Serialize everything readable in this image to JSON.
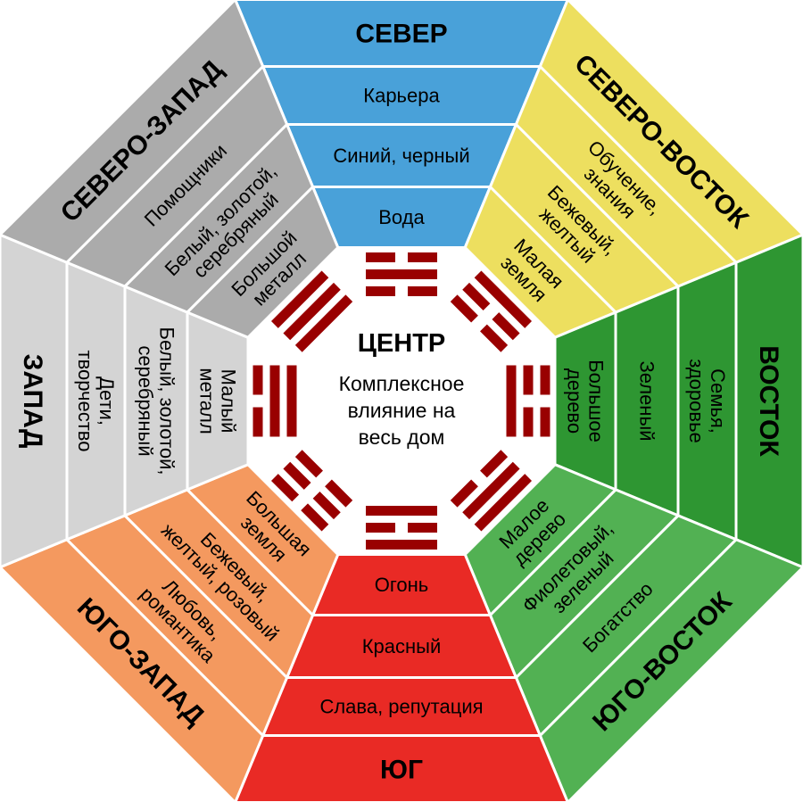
{
  "separator_color": "#FFFFFF",
  "trigram_color": "#990000",
  "text_color": "#000000",
  "center": {
    "title": "ЦЕНТР",
    "lines": [
      "Комплексное",
      "влияние на",
      "весь дом"
    ]
  },
  "sectors": [
    {
      "key": "north",
      "name": "СЕВЕР",
      "angle": -90,
      "rotation": 0,
      "color": "#49A1D9",
      "sphere": [
        "Карьера"
      ],
      "colors": [
        "Синий, черный"
      ],
      "element": [
        "Вода"
      ],
      "trigram": [
        "broken",
        "solid",
        "broken"
      ]
    },
    {
      "key": "northeast",
      "name": "СЕВЕРО-ВОСТОК",
      "angle": -45,
      "rotation": 45,
      "color": "#EDDF5F",
      "sphere": [
        "Обучение,",
        "знания"
      ],
      "colors": [
        "Бежевый,",
        "желтый"
      ],
      "element": [
        "Малая",
        "земля"
      ],
      "trigram": [
        "broken",
        "broken",
        "solid"
      ]
    },
    {
      "key": "east",
      "name": "ВОСТОК",
      "angle": 0,
      "rotation": 90,
      "color": "#2E9632",
      "sphere": [
        "Семья,",
        "здоровье"
      ],
      "colors": [
        "Зеленый"
      ],
      "element": [
        "Большое",
        "дерево"
      ],
      "trigram": [
        "solid",
        "broken",
        "broken"
      ]
    },
    {
      "key": "southeast",
      "name": "ЮГО-ВОСТОК",
      "angle": 45,
      "rotation": -45,
      "color": "#52B153",
      "sphere": [
        "Богатство"
      ],
      "colors": [
        "Фиолетовый,",
        "зеленый"
      ],
      "element": [
        "Малое",
        "дерево"
      ],
      "trigram": [
        "broken",
        "solid",
        "solid"
      ]
    },
    {
      "key": "south",
      "name": "ЮГ",
      "angle": 90,
      "rotation": 0,
      "color": "#E92A25",
      "sphere": [
        "Слава, репутация"
      ],
      "colors": [
        "Красный"
      ],
      "element": [
        "Огонь"
      ],
      "trigram": [
        "solid",
        "broken",
        "solid"
      ]
    },
    {
      "key": "southwest",
      "name": "ЮГО-ЗАПАД",
      "angle": 135,
      "rotation": 45,
      "color": "#F4995F",
      "sphere": [
        "Любовь,",
        "романтика"
      ],
      "colors": [
        "Бежевый,",
        "желтый, розовый"
      ],
      "element": [
        "Большая",
        "земля"
      ],
      "trigram": [
        "broken",
        "broken",
        "broken"
      ]
    },
    {
      "key": "west",
      "name": "ЗАПАД",
      "angle": 180,
      "rotation": 90,
      "color": "#D4D4D4",
      "sphere": [
        "Дети,",
        "творчество"
      ],
      "colors": [
        "Белый, золотой,",
        "серебряный"
      ],
      "element": [
        "Малый",
        "металл"
      ],
      "trigram": [
        "solid",
        "solid",
        "broken"
      ]
    },
    {
      "key": "northwest",
      "name": "СЕВЕРО-ЗАПАД",
      "angle": -135,
      "rotation": -45,
      "color": "#ABABAB",
      "sphere": [
        "Помощники"
      ],
      "colors": [
        "Белый, золотой,",
        "серебряный"
      ],
      "element": [
        "Большой",
        "металл"
      ],
      "trigram": [
        "solid",
        "solid",
        "solid"
      ]
    }
  ]
}
